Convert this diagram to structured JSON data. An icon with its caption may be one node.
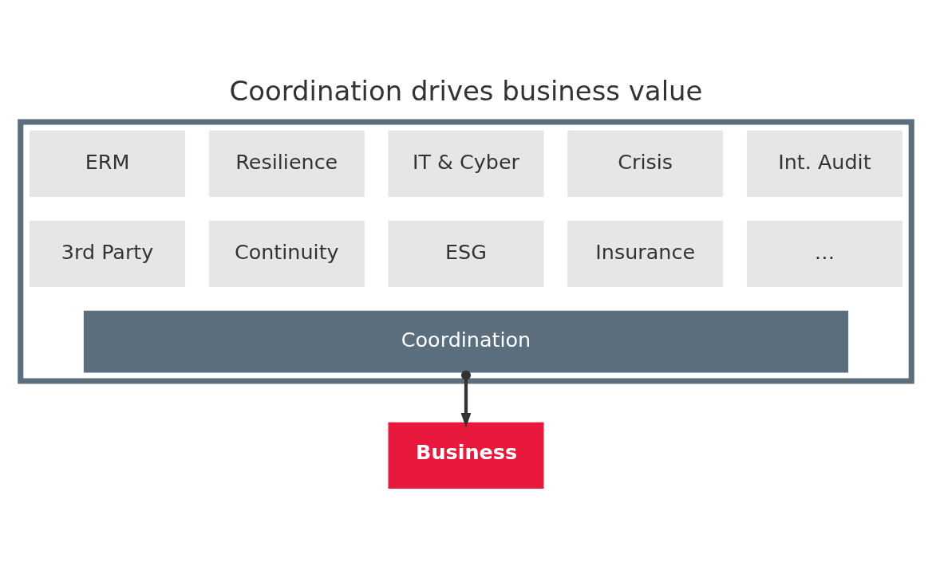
{
  "diagram": {
    "title": "Coordination drives business value",
    "nodes": [
      {
        "text": [],
        "shape": "box"
      },
      {
        "text": [
          "ERM"
        ],
        "in": 0
      },
      {
        "text": [
          "Resilience"
        ],
        "in": 0
      },
      {
        "text": [
          "IT & Cyber"
        ],
        "in": 0
      },
      {
        "text": [
          "Crisis"
        ],
        "in": 0
      },
      {
        "text": [
          "Int. Audit"
        ],
        "in": 0
      },
      {
        "text": [
          "3rd Party"
        ],
        "in": 0
      },
      {
        "text": [
          "Continuity"
        ],
        "in": 0
      },
      {
        "text": [
          "ESG"
        ],
        "in": 0
      },
      {
        "text": [
          "Insurance"
        ],
        "in": 0
      },
      {
        "text": [
          "…"
        ],
        "in": 0
      },
      {
        "text": [
          "Coordination"
        ],
        "in": 0
      },
      {
        "text": [
          "Business"
        ]
      }
    ],
    "edges": [
      {
        "from": 11,
        "to": 12,
        "arrow": "to"
      }
    ]
  }
}
